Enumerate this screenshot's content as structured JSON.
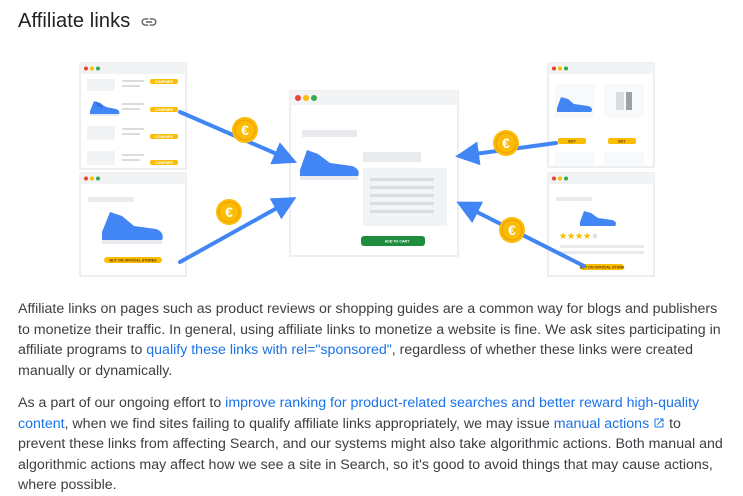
{
  "heading": {
    "title": "Affiliate links",
    "link_icon": "link-icon"
  },
  "illustration": {
    "center_button": "ADD TO CART",
    "left_bottom_button": "BUY ON OFFICIAL STORES",
    "right_bottom_button": "BUY ON OFFICIAL STORE",
    "right_top_buttons": [
      "BUY",
      "BUY"
    ],
    "left_top_buttons": [
      "COMPARE",
      "COMPARE",
      "COMPARE",
      "COMPARE"
    ],
    "currency_icon": "euro-coin-icon",
    "rating_stars": 4,
    "rating_max": 5,
    "colors": {
      "accent_blue": "#4285f4",
      "coin_yellow": "#fbbc04",
      "cart_green": "#1e8e3e",
      "dot_red": "#ea4335",
      "dot_yellow": "#fbbc04",
      "dot_green": "#34a853"
    }
  },
  "paragraph1": {
    "text_before": "Affiliate links on pages such as product reviews or shopping guides are a common way for blogs and publishers to monetize their traffic. In general, using affiliate links to monetize a website is fine. We ask sites participating in affiliate programs to ",
    "link": "qualify these links with rel=\"sponsored\"",
    "text_after": ", regardless of whether these links were created manually or dynamically."
  },
  "paragraph2": {
    "text_before": "As a part of our ongoing effort to ",
    "link1": "improve ranking for product-related searches and better reward high-quality content",
    "text_middle": ", when we find sites failing to qualify affiliate links appropriately, we may issue ",
    "link2": "manual actions",
    "link2_icon": "external-link-icon",
    "text_after": " to prevent these links from affecting Search, and our systems might also take algorithmic actions. Both manual and algorithmic actions may affect how we see a site in Search, so it's good to avoid things that may cause actions, where possible."
  }
}
